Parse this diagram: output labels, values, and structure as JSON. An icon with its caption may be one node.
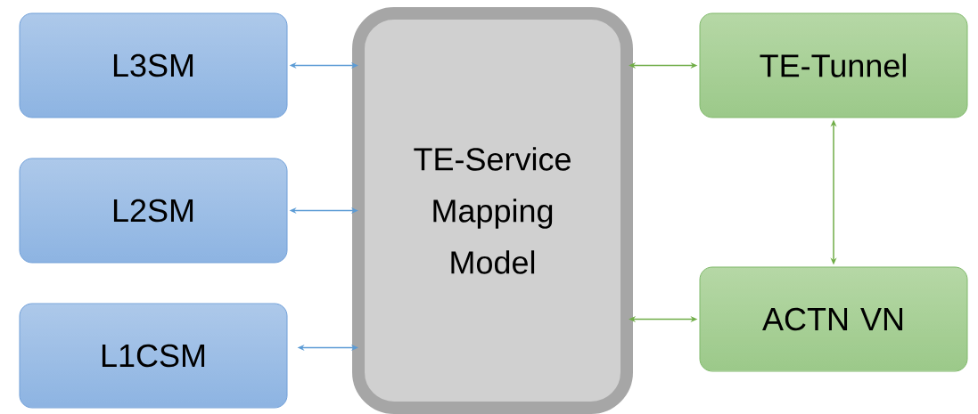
{
  "diagram": {
    "nodes": [
      {
        "text": [
          "L3SM"
        ]
      },
      {
        "text": [
          "L2SM"
        ]
      },
      {
        "text": [
          "L1CSM"
        ]
      },
      {
        "text": [
          "TE-Service Mapping Model"
        ]
      },
      {
        "text": [
          "TE-Tunnel"
        ]
      },
      {
        "text": [
          "ACTN VN"
        ]
      }
    ],
    "edges": [
      {
        "from": 0,
        "to": 3,
        "arrow": "both",
        "color": "#5b9bd5"
      },
      {
        "from": 1,
        "to": 3,
        "arrow": "both",
        "color": "#5b9bd5"
      },
      {
        "from": 2,
        "to": 3,
        "arrow": "both",
        "color": "#5b9bd5"
      },
      {
        "from": 3,
        "to": 4,
        "arrow": "both",
        "color": "#70ad47"
      },
      {
        "from": 4,
        "to": 5,
        "arrow": "both",
        "color": "#70ad47"
      },
      {
        "from": 3,
        "to": 5,
        "arrow": "both",
        "color": "#70ad47"
      }
    ]
  }
}
